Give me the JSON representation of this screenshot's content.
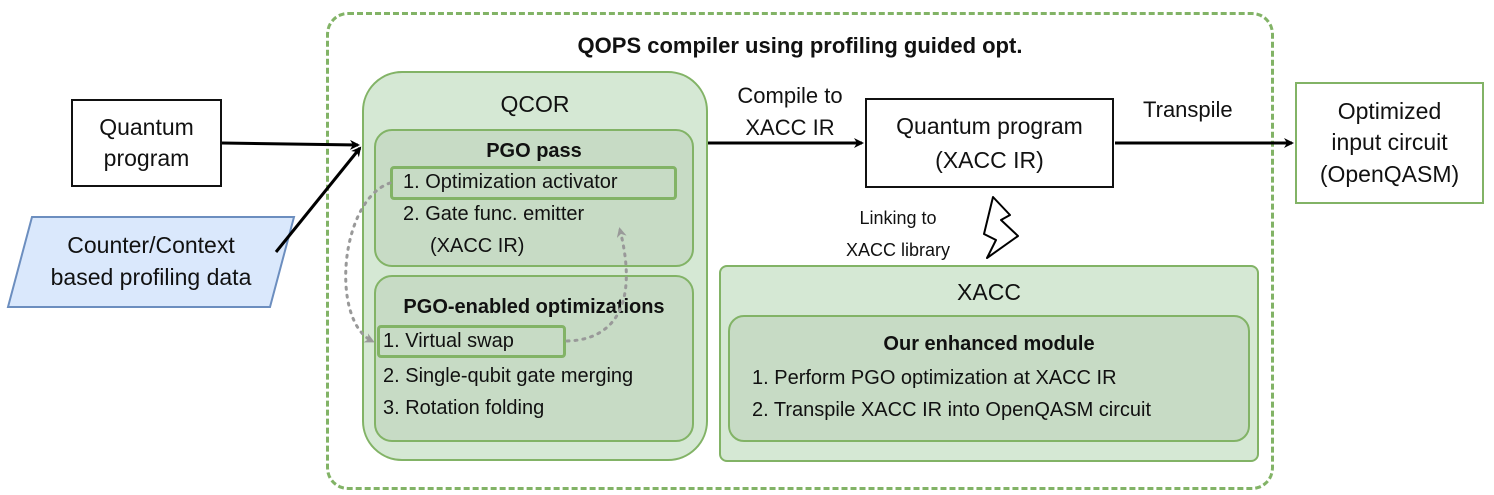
{
  "title": "QOPS compiler using profiling guided opt.",
  "inputs": {
    "quantum_program": [
      "Quantum",
      "program"
    ],
    "profiling_data": [
      "Counter/Context",
      "based profiling data"
    ]
  },
  "qcor": {
    "label": "QCOR",
    "pgo_pass": {
      "header": "PGO pass",
      "items": [
        "1. Optimization activator",
        "2. Gate func. emitter",
        "(XACC IR)"
      ]
    },
    "pgo_enabled": {
      "header": "PGO-enabled optimizations",
      "items": [
        "1. Virtual swap",
        "2. Single-qubit gate merging",
        "3. Rotation folding"
      ]
    }
  },
  "edges": {
    "compile": [
      "Compile to",
      "XACC IR"
    ],
    "transpile": "Transpile",
    "linking": [
      "Linking to",
      "XACC library"
    ]
  },
  "quantum_ir": [
    "Quantum program",
    "(XACC IR)"
  ],
  "output": [
    "Optimized",
    "input circuit",
    "(OpenQASM)"
  ],
  "xacc": {
    "label": "XACC",
    "module": {
      "header": "Our enhanced module",
      "items": [
        "1. Perform PGO optimization at XACC IR",
        "2. Transpile XACC IR into OpenQASM circuit"
      ]
    }
  },
  "colors": {
    "green_border": "#82b366",
    "green_fill": "#d5e8d4",
    "green_inner": "#c7dbc5",
    "blue_fill": "#dae8fc",
    "blue_border": "#6c8ebf"
  }
}
